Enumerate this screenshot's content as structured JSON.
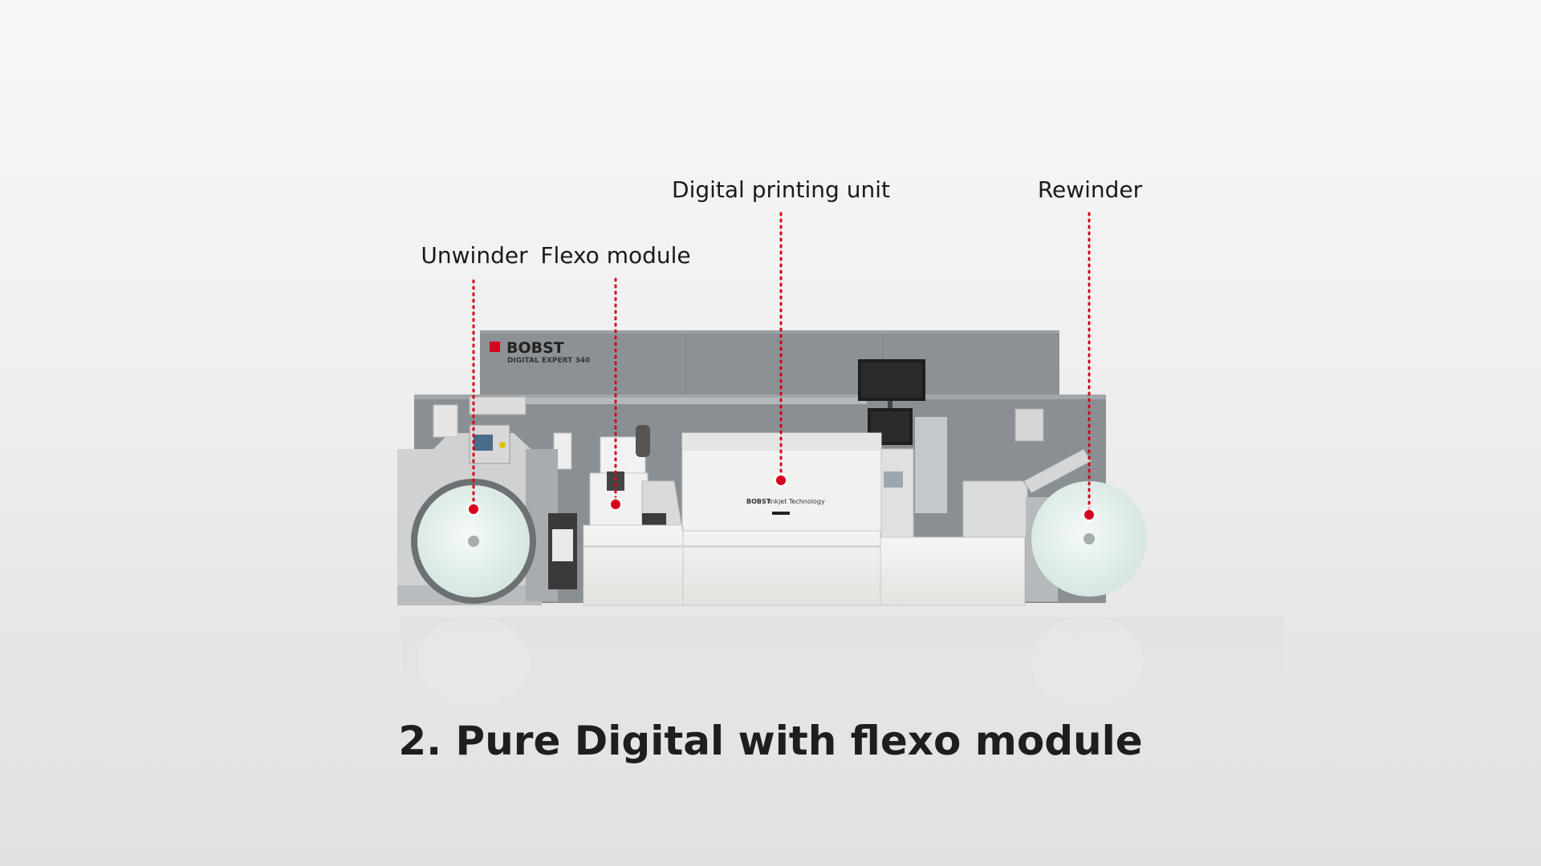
{
  "callouts": {
    "unwinder": "Unwinder",
    "flexo_module": "Flexo module",
    "digital_printing_unit": "Digital printing unit",
    "rewinder": "Rewinder"
  },
  "machine": {
    "brand": "BOBST",
    "model": "DIGITAL EXPERT 340",
    "unit_brand": "BOBST",
    "unit_text": "Inkjet Technology"
  },
  "caption": "2. Pure Digital with flexo module",
  "colors": {
    "accent_red": "#d7001d",
    "panel_grey": "#8a8f93",
    "cabinet_white": "#ededeb"
  }
}
